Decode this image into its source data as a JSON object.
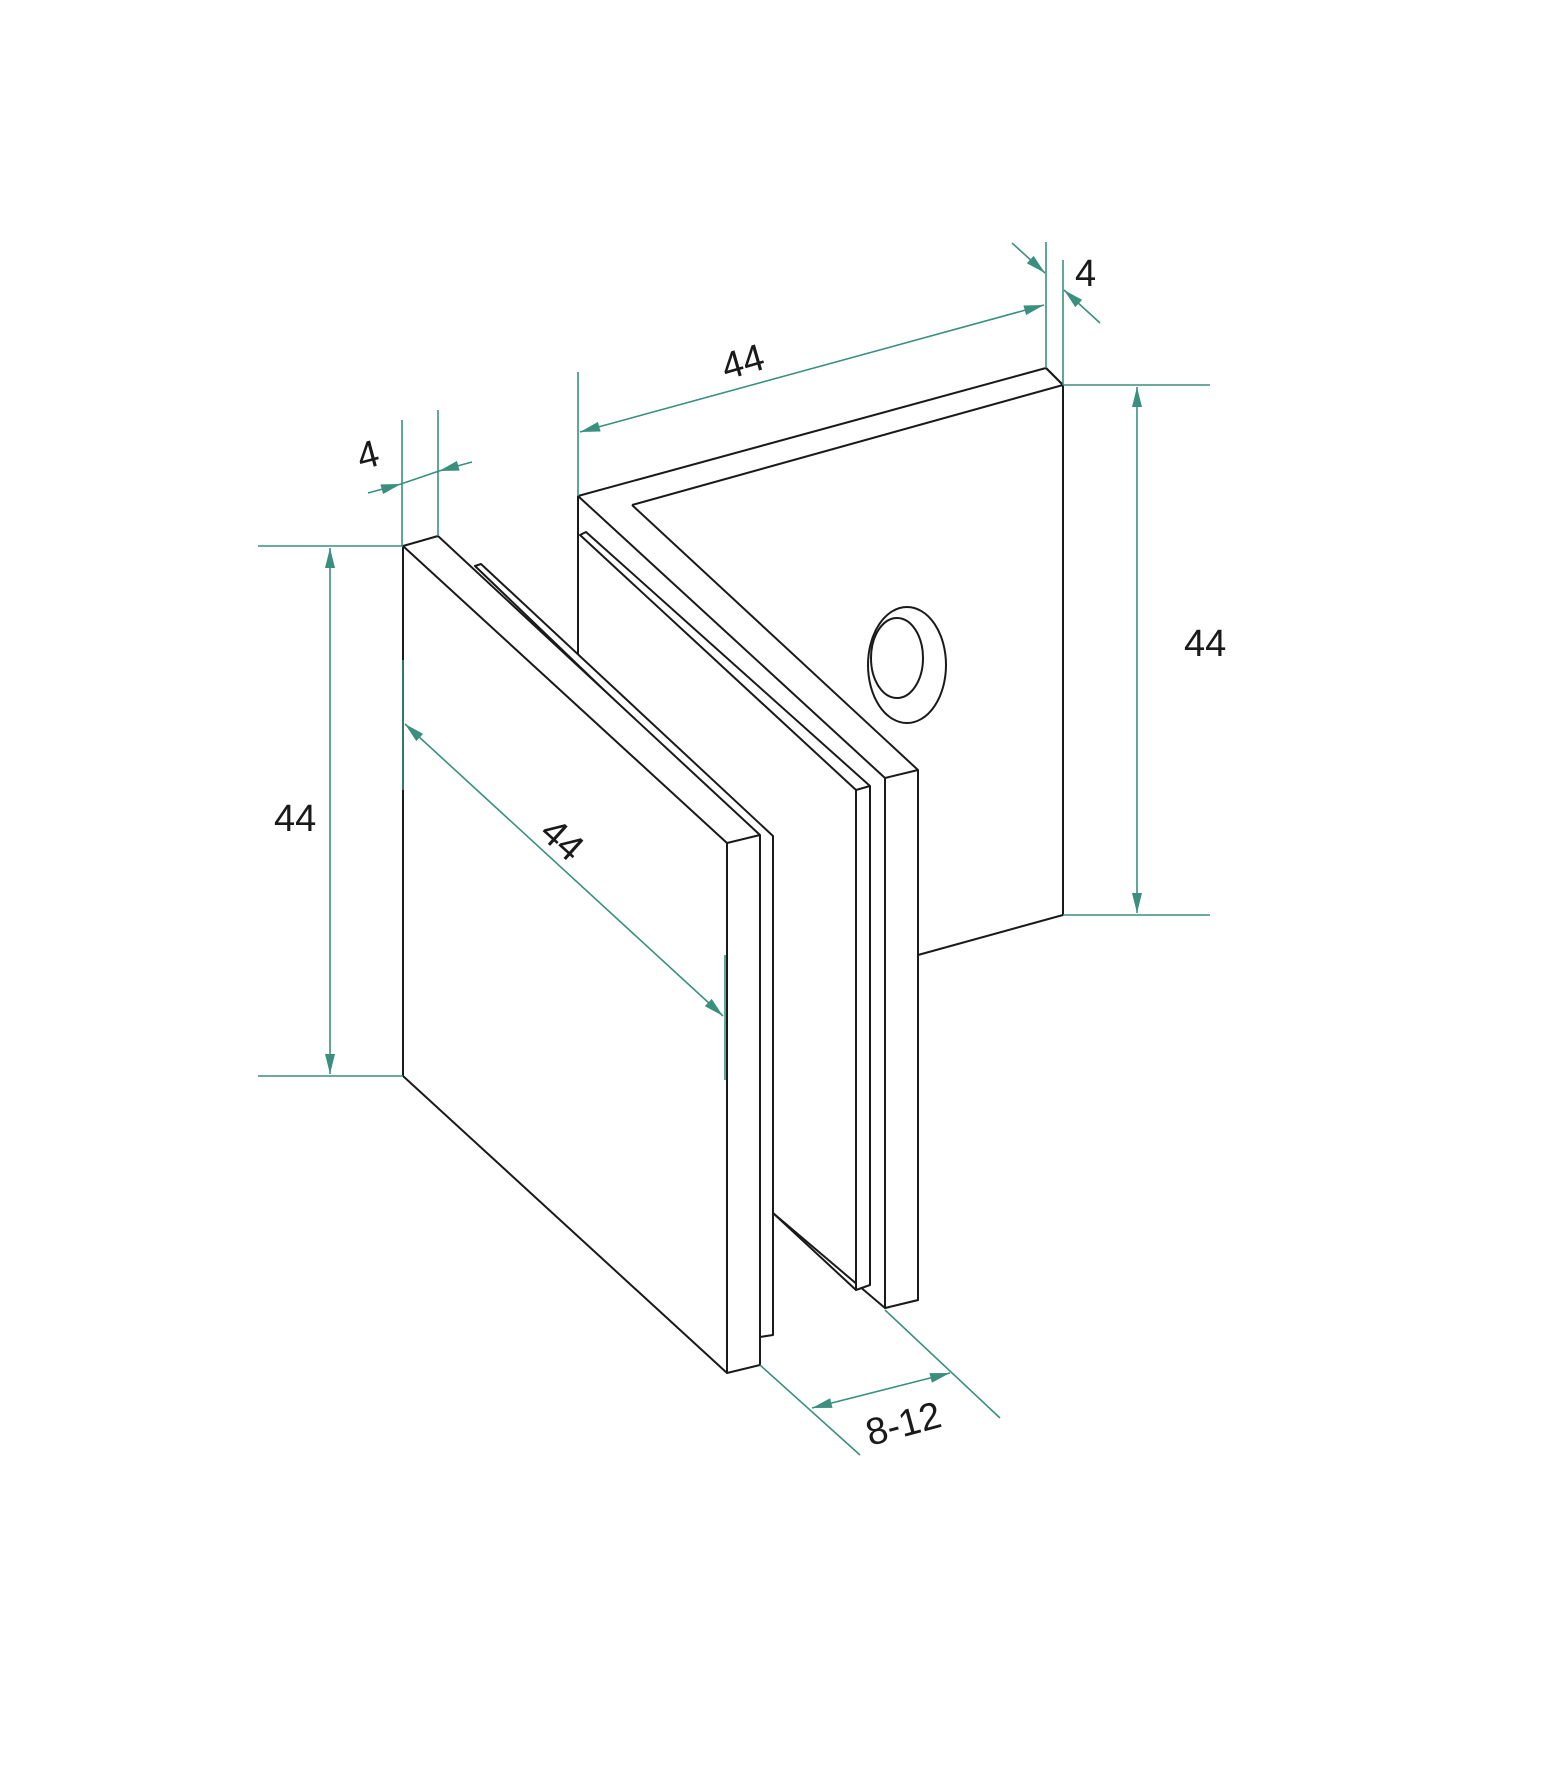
{
  "title": "Glass clamp dimension drawing",
  "colors": {
    "dimension": "#3a8f7f",
    "outline": "#1a1a1a"
  },
  "dimensions": {
    "left_height": "44",
    "left_thickness": "4",
    "left_depth": "44",
    "top_width": "44",
    "top_thickness": "4",
    "right_height": "44",
    "glass_gap": "8-12"
  }
}
